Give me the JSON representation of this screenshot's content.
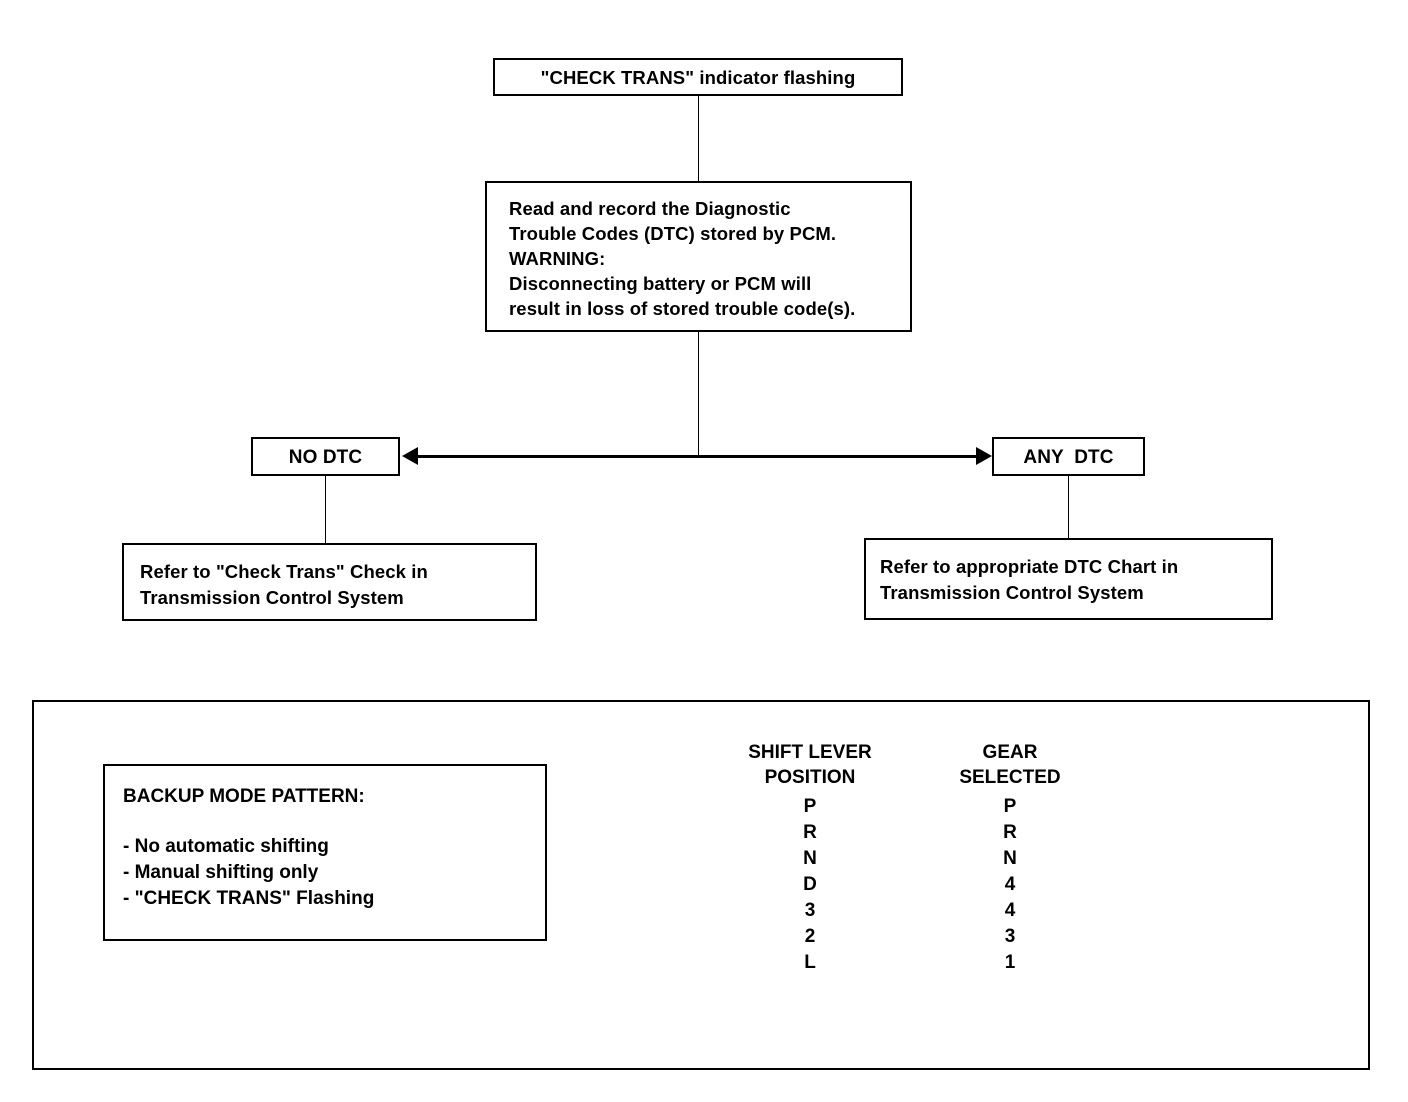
{
  "diagram": {
    "title": "\"CHECK TRANS\" indicator flashing",
    "nodes": {
      "top": {
        "label": "\"CHECK TRANS\" indicator flashing"
      },
      "instruction": {
        "label": "Read and record the Diagnostic\nTrouble Codes (DTC) stored by PCM.\nWARNING:\nDisconnecting battery or PCM will\nresult in loss of stored trouble code(s)."
      },
      "no_dtc": {
        "label": "NO DTC"
      },
      "any_dtc": {
        "label": "ANY  DTC"
      },
      "refer_left": {
        "label": "Refer to \"Check Trans\" Check in\nTransmission Control System"
      },
      "refer_right": {
        "label": "Refer to appropriate DTC Chart in\nTransmission Control System"
      }
    }
  },
  "legend": {
    "backup": {
      "title": "BACKUP MODE PATTERN:",
      "items": "- No automatic shifting\n- Manual shifting only\n- \"CHECK TRANS\"  Flashing"
    },
    "gear_table": {
      "shift_header": "SHIFT LEVER\nPOSITION",
      "gear_header": "GEAR\nSELECTED",
      "shift_positions": [
        "P",
        "R",
        "N",
        "D",
        "3",
        "2",
        "L"
      ],
      "gears_selected": [
        "P",
        "R",
        "N",
        "4",
        "4",
        "3",
        "1"
      ]
    }
  },
  "colors": {
    "line": "#000000",
    "background": "#ffffff",
    "text": "#000000"
  }
}
